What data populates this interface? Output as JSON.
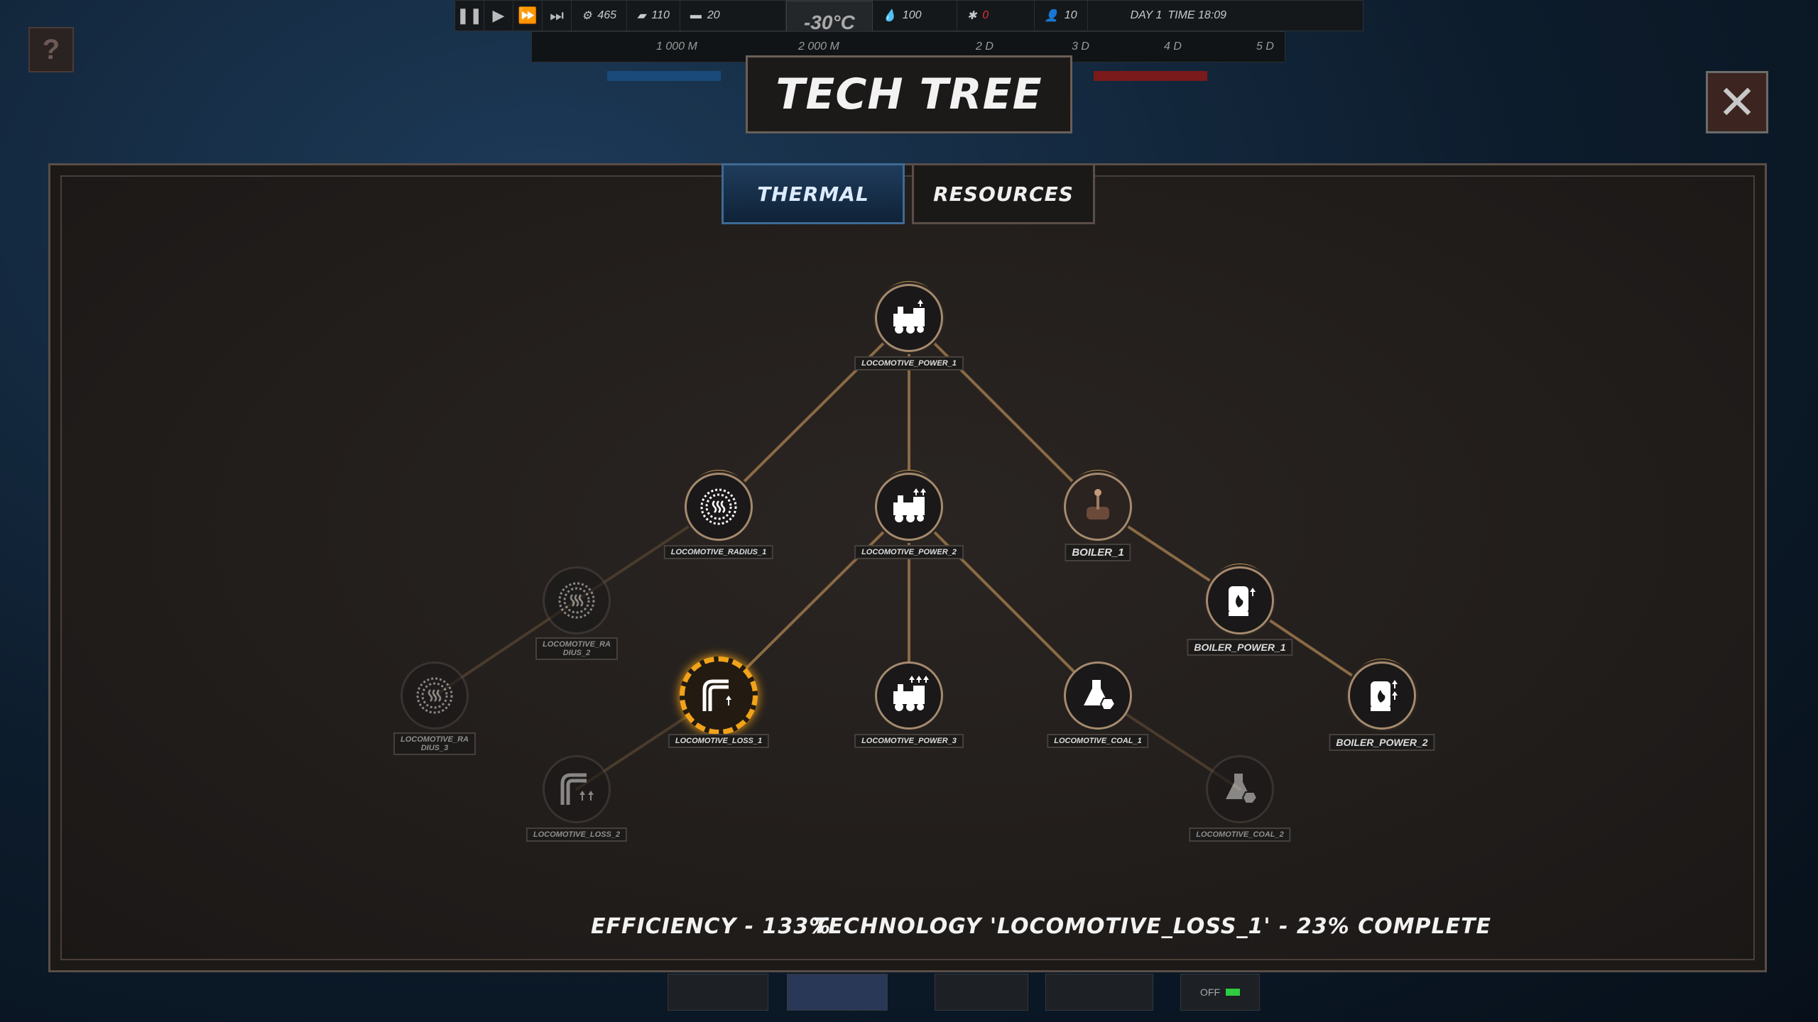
{
  "hud": {
    "resources": [
      "465",
      "110",
      "20"
    ],
    "temperature": "-30°C",
    "water": "100",
    "food": "0",
    "workers": "10",
    "day": "DAY 1",
    "time": "TIME 18:09",
    "distance_marks": [
      "1 000 M",
      "2 000 M"
    ],
    "day_marks": [
      "2 D",
      "3 D",
      "4 D",
      "5 D"
    ]
  },
  "title": "TECH TREE",
  "tabs": {
    "thermal": "THERMAL",
    "resources": "RESOURCES"
  },
  "nodes": {
    "locomotive_power_1": "LOCOMOTIVE_POWER_1",
    "locomotive_radius_1": "LOCOMOTIVE_RADIUS_1",
    "locomotive_power_2": "LOCOMOTIVE_POWER_2",
    "boiler_1": "BOILER_1",
    "locomotive_radius_2": "LOCOMOTIVE_RADIUS_2",
    "boiler_power_1": "BOILER_POWER_1",
    "locomotive_radius_3": "LOCOMOTIVE_RADIUS_3",
    "locomotive_loss_1": "LOCOMOTIVE_LOSS_1",
    "locomotive_power_3": "LOCOMOTIVE_POWER_3",
    "locomotive_coal_1": "LOCOMOTIVE_COAL_1",
    "boiler_power_2": "BOILER_POWER_2",
    "locomotive_loss_2": "LOCOMOTIVE_LOSS_2",
    "locomotive_coal_2": "LOCOMOTIVE_COAL_2"
  },
  "footer": {
    "efficiency": "EFFICIENCY - 133%",
    "progress": "TECHNOLOGY 'LOCOMOTIVE_LOSS_1' - 23% COMPLETE"
  },
  "bottom": {
    "switch_label": "OFF"
  },
  "colors": {
    "accent_orange": "#f2a31a",
    "tab_blue": "#1f3c5c",
    "link_line": "#8a6a45"
  }
}
